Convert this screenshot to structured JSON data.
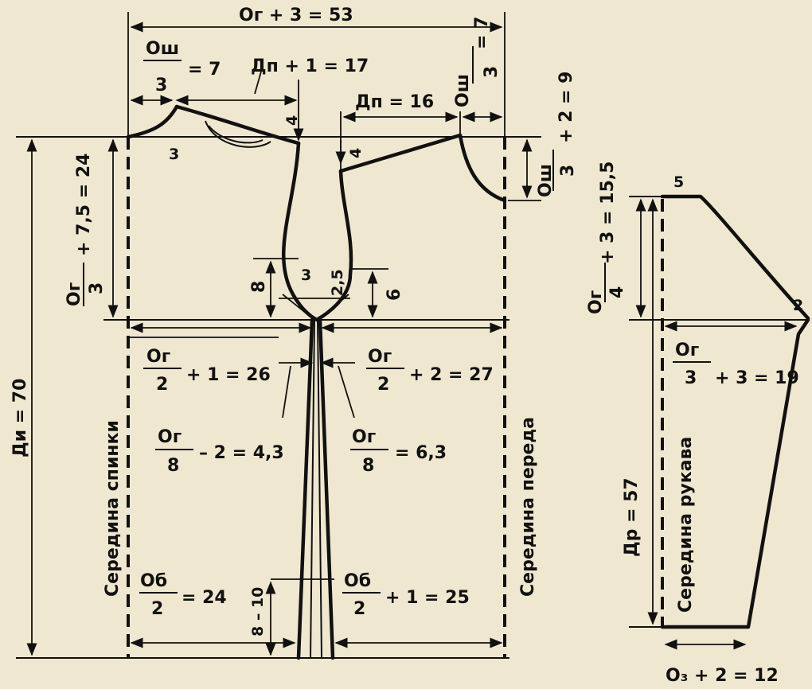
{
  "labels": {
    "top_width": "Ог + 3 = 53",
    "neck_width_frac_num": "Ош",
    "neck_width_frac_val": "= 7",
    "back_neck_offset": "3",
    "back_neck_depth": "3",
    "shoulder_back": "Дп + 1 = 17",
    "shoulder_front": "Дп = 16",
    "shoulder_drop_back": "4",
    "shoulder_drop_front": "4",
    "front_neck_top_num": "Ош",
    "front_neck_top_den": "3",
    "front_neck_top_val": "= 7",
    "front_neck_depth_num": "Ош",
    "front_neck_depth_den": "3",
    "front_neck_depth_val": "+ 2 = 9",
    "armhole_depth_num": "Ог",
    "armhole_depth_den": "3",
    "armhole_depth_val": "+ 7,5 = 24",
    "armhole_side_back": "8",
    "armhole_curve_back": "3",
    "armhole_curve_front": "2,5",
    "armhole_side_front": "6",
    "back_chest_num": "Ог",
    "back_chest_den": "2",
    "back_chest_val": "+ 1 = 26",
    "front_chest_num": "Ог",
    "front_chest_den": "2",
    "front_chest_val": "+ 2 = 27",
    "back_side_num": "Ог",
    "back_side_den": "8",
    "back_side_val": "– 2 = 4,3",
    "front_side_num": "Ог",
    "front_side_den": "8",
    "front_side_val": "= 6,3",
    "product_length": "Ди = 70",
    "back_center": "Середина спинки",
    "front_center": "Середина переда",
    "back_hip_num": "Об",
    "back_hip_den": "2",
    "back_hip_val": "= 24",
    "slit": "8 – 10",
    "front_hip_num": "Об",
    "front_hip_den": "2",
    "front_hip_val": "+ 1 = 25",
    "sleeve_cap_offset": "5",
    "sleeve_cap_height_num": "Ог",
    "sleeve_cap_height_den": "4",
    "sleeve_cap_height_val": "+ 3 = 15,5",
    "sleeve_underarm": "2",
    "sleeve_width_num": "Ог",
    "sleeve_width_den": "3",
    "sleeve_width_val": "+ 3 = 19",
    "sleeve_length": "Др = 57",
    "sleeve_center": "Середина рукава",
    "sleeve_bottom": "О₃ + 2 = 12"
  }
}
